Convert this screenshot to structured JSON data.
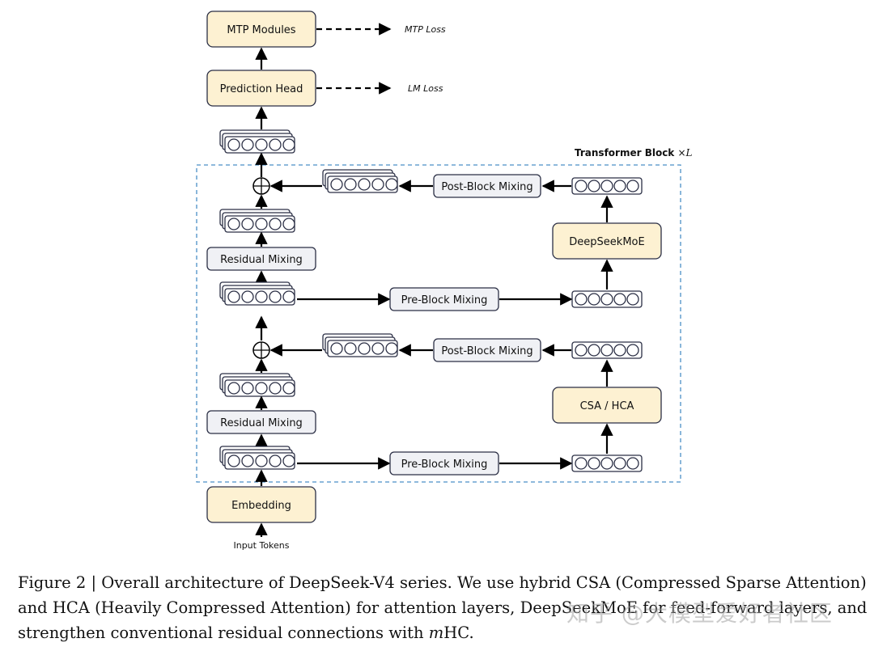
{
  "diagram": {
    "block_title": "Transformer Block",
    "block_multiplier": "×",
    "block_var": "L",
    "mtp_modules": "MTP Modules",
    "mtp_loss": "MTP Loss",
    "prediction_head": "Prediction Head",
    "lm_loss": "LM Loss",
    "post_block_mixing": "Post-Block Mixing",
    "pre_block_mixing": "Pre-Block Mixing",
    "residual_mixing": "Residual Mixing",
    "deepseek_moe": "DeepSeekMoE",
    "csa_hca": "CSA / HCA",
    "embedding": "Embedding",
    "input_tokens": "Input Tokens"
  },
  "caption": {
    "part1": "Figure 2 | Overall architecture of DeepSeek-V4 series. We use hybrid CSA (Compressed Sparse Attention) and HCA (Heavily Compressed Attention) for attention layers, DeepSeekMoE for feed-forward layers, and strengthen conventional residual connections with ",
    "em": "m",
    "part2": "HC."
  },
  "watermark": "知乎 @大模型爱好者社区",
  "colors": {
    "yellow_box": "#fdf1d2",
    "gray_box": "#f0f1f5",
    "border": "#2b2f45",
    "dashed_frame": "#4a8fc7"
  }
}
